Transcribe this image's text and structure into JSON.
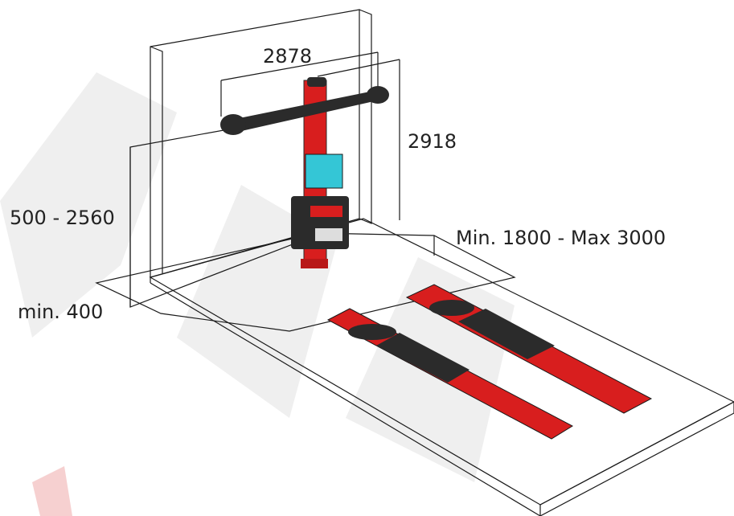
{
  "dimensions": {
    "width": "2878",
    "height": "2918",
    "camera_range": "500 - 2560",
    "front_min": "min. 400",
    "track": "Min. 1800 - Max 3000"
  },
  "colors": {
    "red": "#d81e1e",
    "dark": "#2b2b2b",
    "screen": "#34c6d6",
    "watermark": "#ececec",
    "line": "#1a1a1a"
  }
}
